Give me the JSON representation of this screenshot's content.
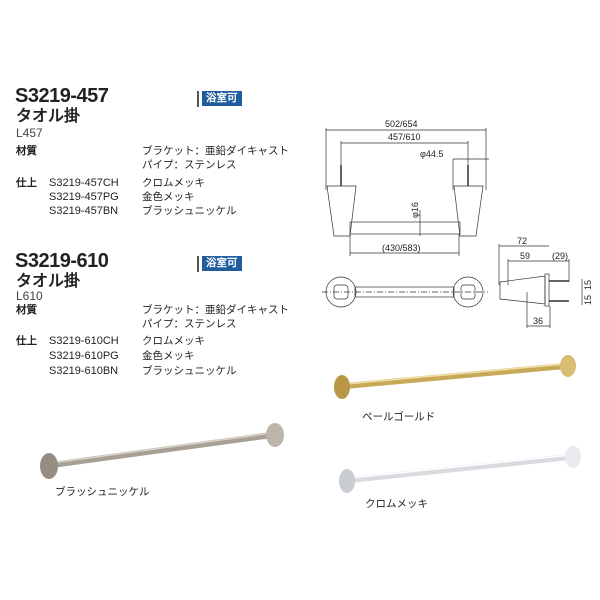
{
  "products": [
    {
      "code": "S3219-457",
      "name": "タオル掛",
      "length": "L457",
      "badge": "浴室可",
      "material_label": "材質",
      "materials": [
        "ブラケット：亜鉛ダイキャスト",
        "パイプ：ステンレス"
      ],
      "finish_label": "仕上",
      "finishes": [
        {
          "code": "S3219-457CH",
          "name": "クロムメッキ"
        },
        {
          "code": "S3219-457PG",
          "name": "金色メッキ"
        },
        {
          "code": "S3219-457BN",
          "name": "ブラッシュニッケル"
        }
      ]
    },
    {
      "code": "S3219-610",
      "name": "タオル掛",
      "length": "L610",
      "badge": "浴室可",
      "material_label": "材質",
      "materials": [
        "ブラケット：亜鉛ダイキャスト",
        "パイプ：ステンレス"
      ],
      "finish_label": "仕上",
      "finishes": [
        {
          "code": "S3219-610CH",
          "name": "クロムメッキ"
        },
        {
          "code": "S3219-610PG",
          "name": "金色メッキ"
        },
        {
          "code": "S3219-610BN",
          "name": "ブラッシュニッケル"
        }
      ]
    }
  ],
  "drawing": {
    "overall": "502/654",
    "centers": "457/610",
    "flange_dia": "φ44.5",
    "pipe_dia": "φ16",
    "inner": "(430/583)",
    "depth": "72",
    "depth2": "59",
    "screw": "(29)",
    "h1": "15",
    "h2": "15",
    "offset": "36"
  },
  "photos": {
    "gold": "ペールゴールド",
    "chrome": "クロムメッキ",
    "nickel": "ブラッシュニッケル"
  },
  "colors": {
    "badge": "#1f5d9e",
    "gold": "#c8a95a",
    "chrome": "#e4e6ea",
    "nickel": "#a89f95"
  }
}
